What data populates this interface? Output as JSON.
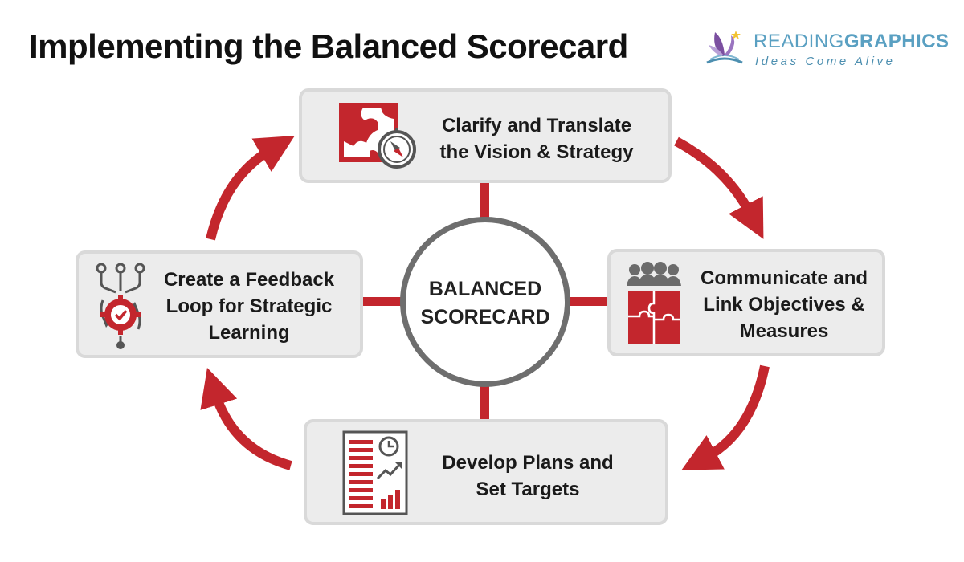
{
  "title": "Implementing the Balanced Scorecard",
  "logo": {
    "brand_light": "READING",
    "brand_bold": "GRAPHICS",
    "tagline": "Ideas Come Alive"
  },
  "hub": {
    "line1": "BALANCED",
    "line2": "SCORECARD"
  },
  "steps": [
    {
      "line1": "Clarify and Translate",
      "line2": "the Vision & Strategy",
      "icon": "map-compass-icon"
    },
    {
      "line1": "Communicate and",
      "line2": "Link Objectives &",
      "line3": "Measures",
      "icon": "team-puzzle-icon"
    },
    {
      "line1": "Develop Plans and",
      "line2": "Set Targets",
      "icon": "plan-report-icon"
    },
    {
      "line1": "Create a Feedback",
      "line2": "Loop for Strategic",
      "line3": "Learning",
      "icon": "feedback-gear-icon"
    }
  ],
  "colors": {
    "accent_red": "#c3262d",
    "box_fill": "#ececec",
    "box_border": "#d9d9d9",
    "hub_ring": "#6e6e6e",
    "logo_blue": "#5aa0c2",
    "logo_purple": "#7b4fa0"
  }
}
